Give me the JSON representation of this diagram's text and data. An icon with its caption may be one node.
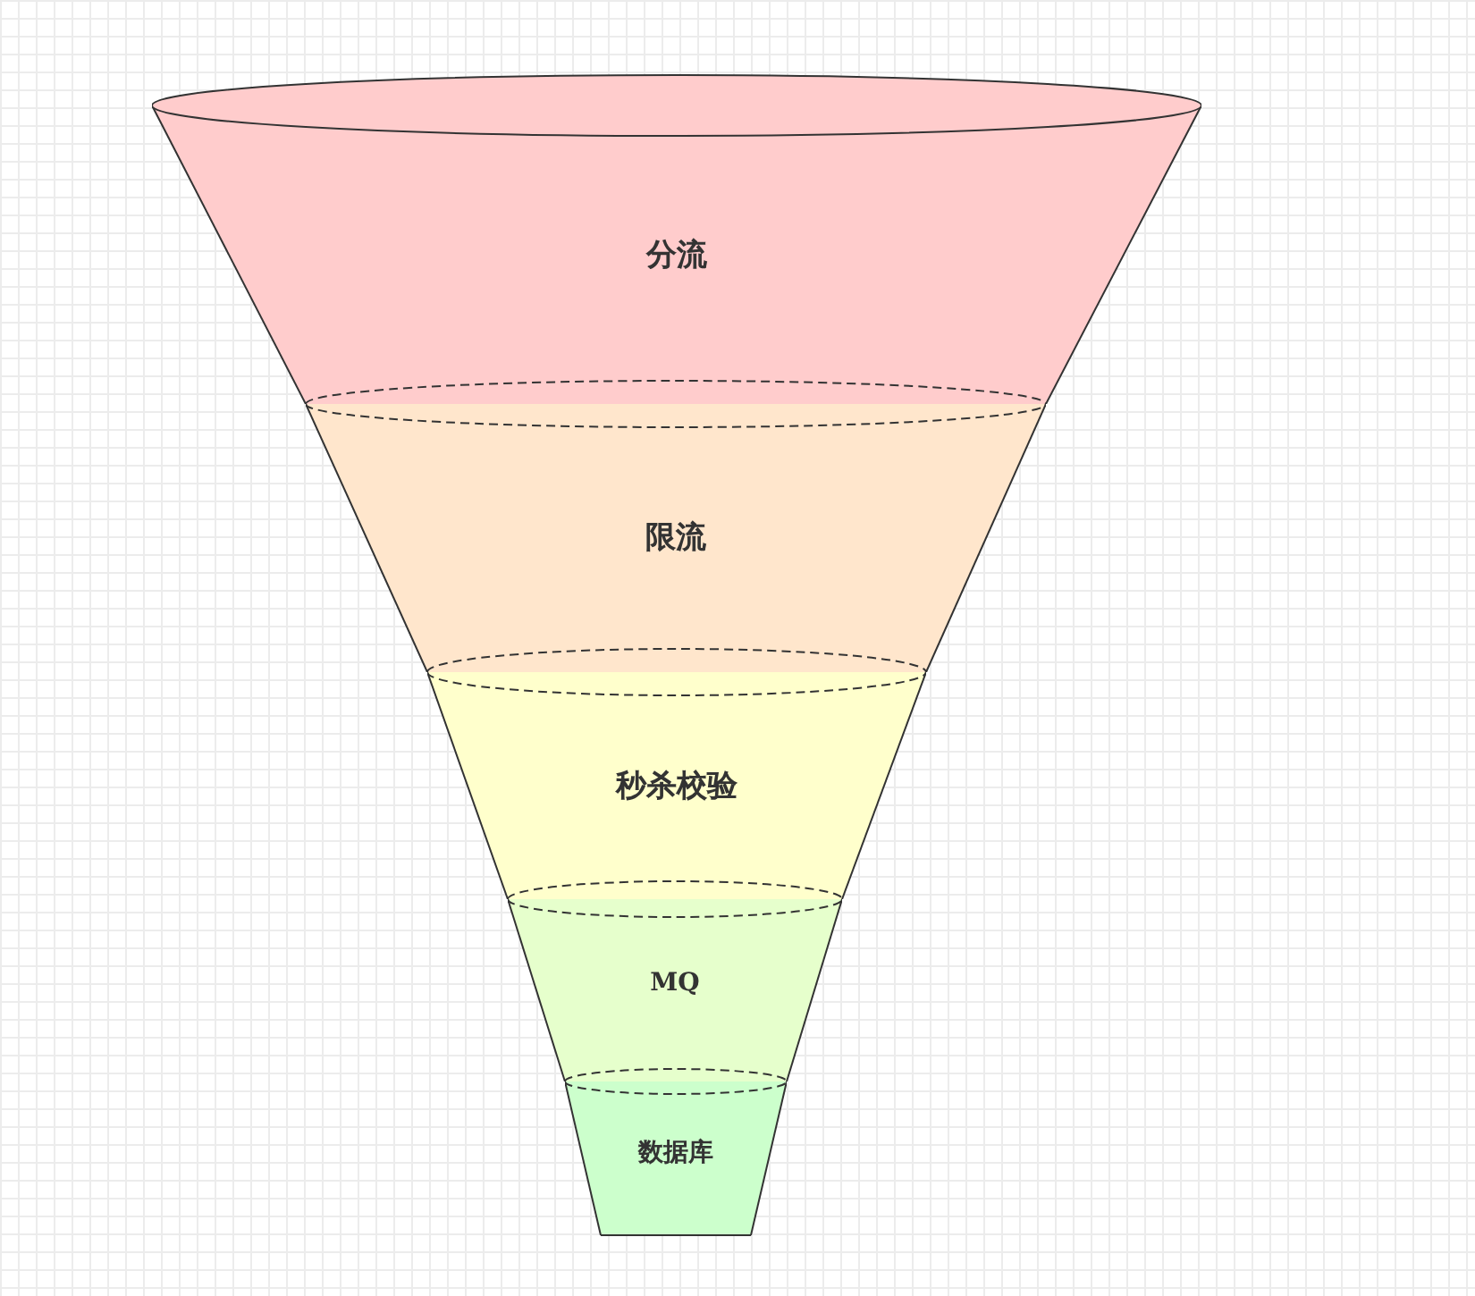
{
  "diagram": {
    "nodes": [
      {
        "text": [
          "分流"
        ]
      },
      {
        "text": [
          "限流"
        ]
      },
      {
        "text": [
          "秒杀校验"
        ]
      },
      {
        "text": [
          "MQ"
        ]
      },
      {
        "text": [
          "数据库"
        ]
      }
    ]
  }
}
